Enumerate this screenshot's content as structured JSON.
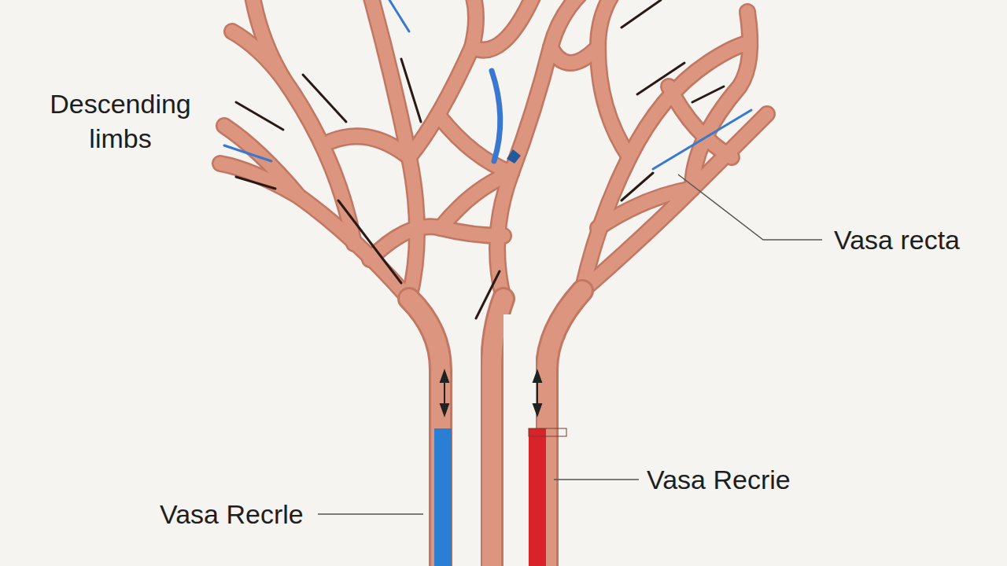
{
  "diagram": {
    "labels": [
      "Descending limbs",
      "Vasa recta",
      "Vasa Recrie",
      "Vasa Recrle"
    ]
  }
}
